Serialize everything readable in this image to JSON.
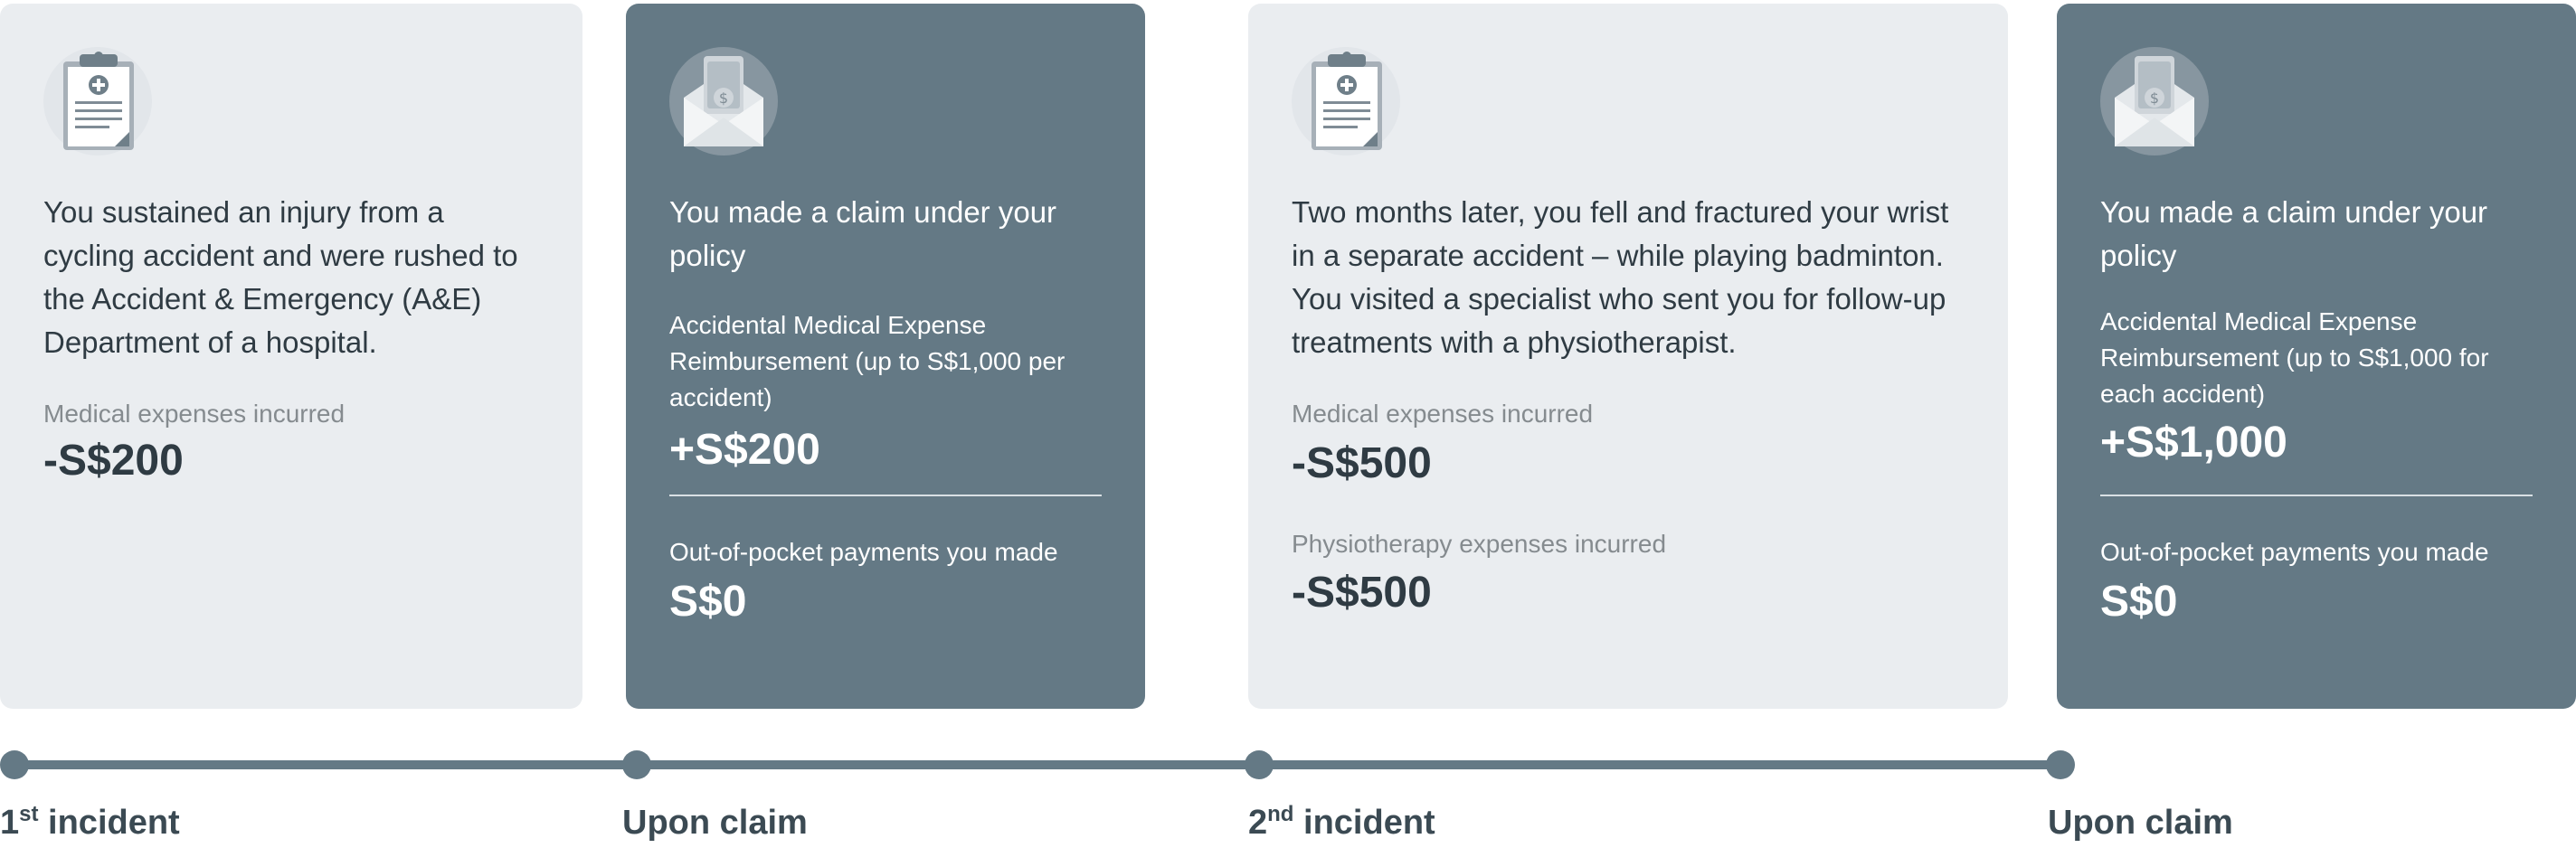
{
  "cards": [
    {
      "type": "incident",
      "text": "You sustained an injury from a cycling accident and were rushed to the Accident & Emergency (A&E) Department of a hospital.",
      "items": [
        {
          "label": "Medical expenses incurred",
          "amount": "-S$200"
        }
      ]
    },
    {
      "type": "claim",
      "text": "You made a claim under your policy",
      "benefit_label": "Accidental Medical Expense Reimbursement (up to S$1,000 per accident)",
      "benefit_amount": "+S$200",
      "oop_label": "Out-of-pocket payments you made",
      "oop_amount": "S$0"
    },
    {
      "type": "incident",
      "text": "Two months later, you fell and fractured your wrist in a separate accident – while playing badminton. You visited a specialist who sent you for follow-up treatments with a physiotherapist.",
      "items": [
        {
          "label": "Medical expenses incurred",
          "amount": "-S$500"
        },
        {
          "label": "Physiotherapy expenses incurred",
          "amount": "-S$500"
        }
      ]
    },
    {
      "type": "claim",
      "text": "You made a claim under your policy",
      "benefit_label": "Accidental Medical Expense Reimbursement (up to S$1,000 for each accident)",
      "benefit_amount": "+S$1,000",
      "oop_label": "Out-of-pocket payments you made",
      "oop_amount": "S$0"
    }
  ],
  "timeline": [
    {
      "num": "1",
      "sup": "st",
      "text": " incident"
    },
    {
      "num": "",
      "sup": "",
      "text": "Upon claim"
    },
    {
      "num": "2",
      "sup": "nd",
      "text": " incident"
    },
    {
      "num": "",
      "sup": "",
      "text": "Upon claim"
    }
  ],
  "icons": [
    "clipboard-icon",
    "envelope-money-icon",
    "clipboard-icon",
    "envelope-money-icon"
  ],
  "colors": {
    "card_light": "#eaedf0",
    "card_dark": "#647985",
    "timeline": "#647985",
    "text_dark": "#2f3b43",
    "text_muted": "#858b8f"
  }
}
